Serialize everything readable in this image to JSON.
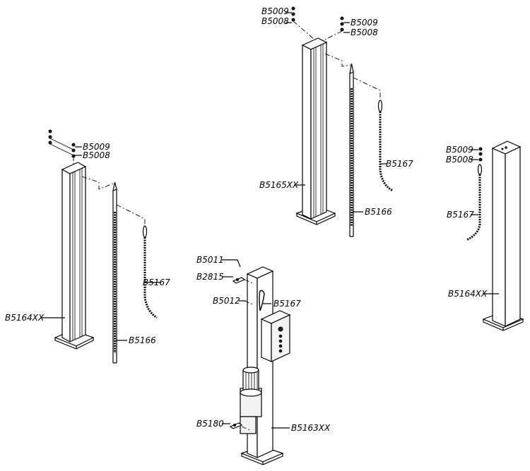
{
  "labels": {
    "b5009": "B5009",
    "b5008": "B5008",
    "b5167": "B5167",
    "b5166": "B5166",
    "b5164xx": "B5164XX",
    "b5165xx": "B5165XX",
    "b5011": "B5011",
    "b2815": "B2815",
    "b5012": "B5012",
    "b5180": "B5180",
    "b5163xx": "B5163XX"
  }
}
